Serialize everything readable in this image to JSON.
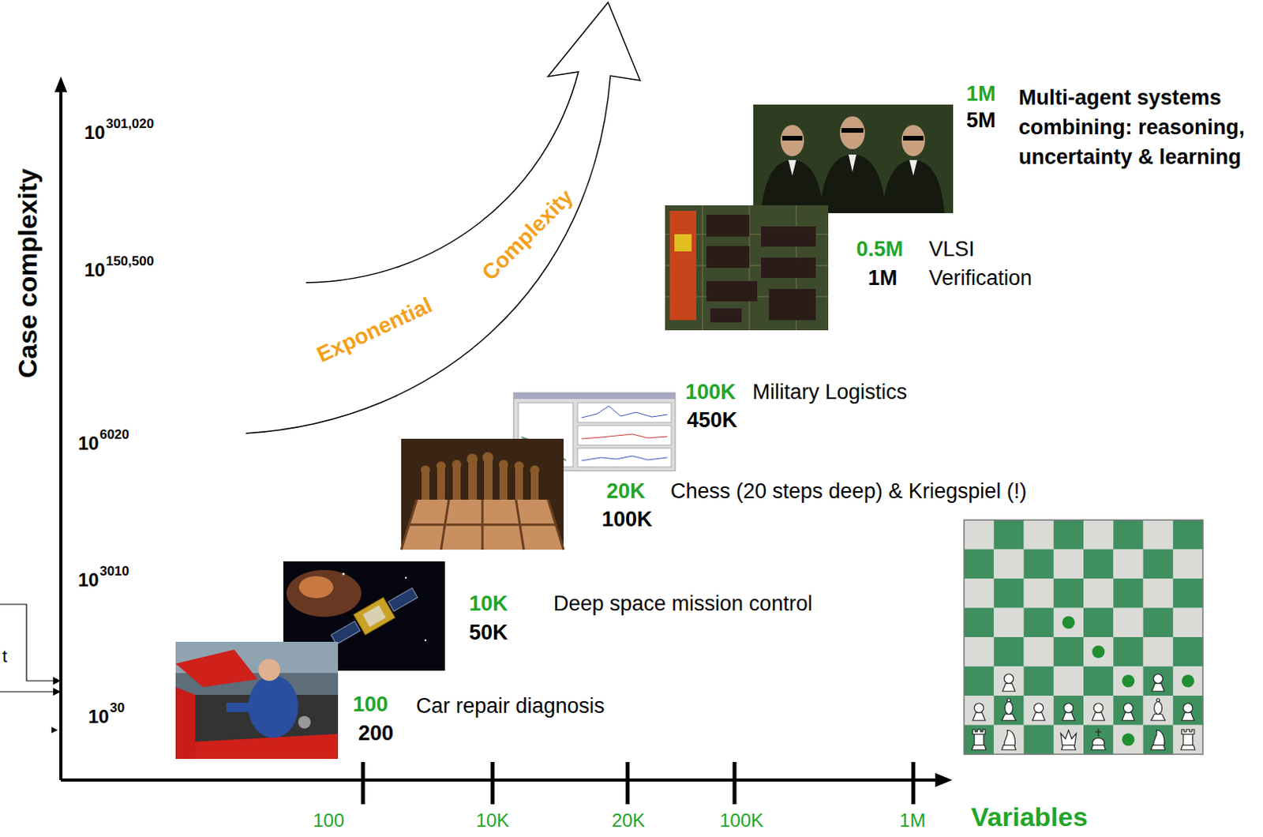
{
  "diagram": {
    "labels": [
      "Case complexity",
      "10",
      "301,020",
      "10",
      "150,500",
      "10",
      "6020",
      "10",
      "3010",
      "10",
      "30",
      "t",
      "Exponential",
      "Complexity",
      "1M",
      "5M",
      "Multi-agent systems combining: reasoning, uncertainty & learning",
      "0.5M",
      "VLSI",
      "1M",
      "Verification",
      "100K",
      "Military Logistics",
      "450K",
      "20K",
      "Chess (20 steps deep) & Kriegspiel (!)",
      "100K",
      "10K",
      "Deep space mission control",
      "50K",
      "100",
      "Car repair diagnosis",
      "200",
      "100",
      "10K",
      "20K",
      "100K",
      "1M",
      "Variables"
    ]
  }
}
